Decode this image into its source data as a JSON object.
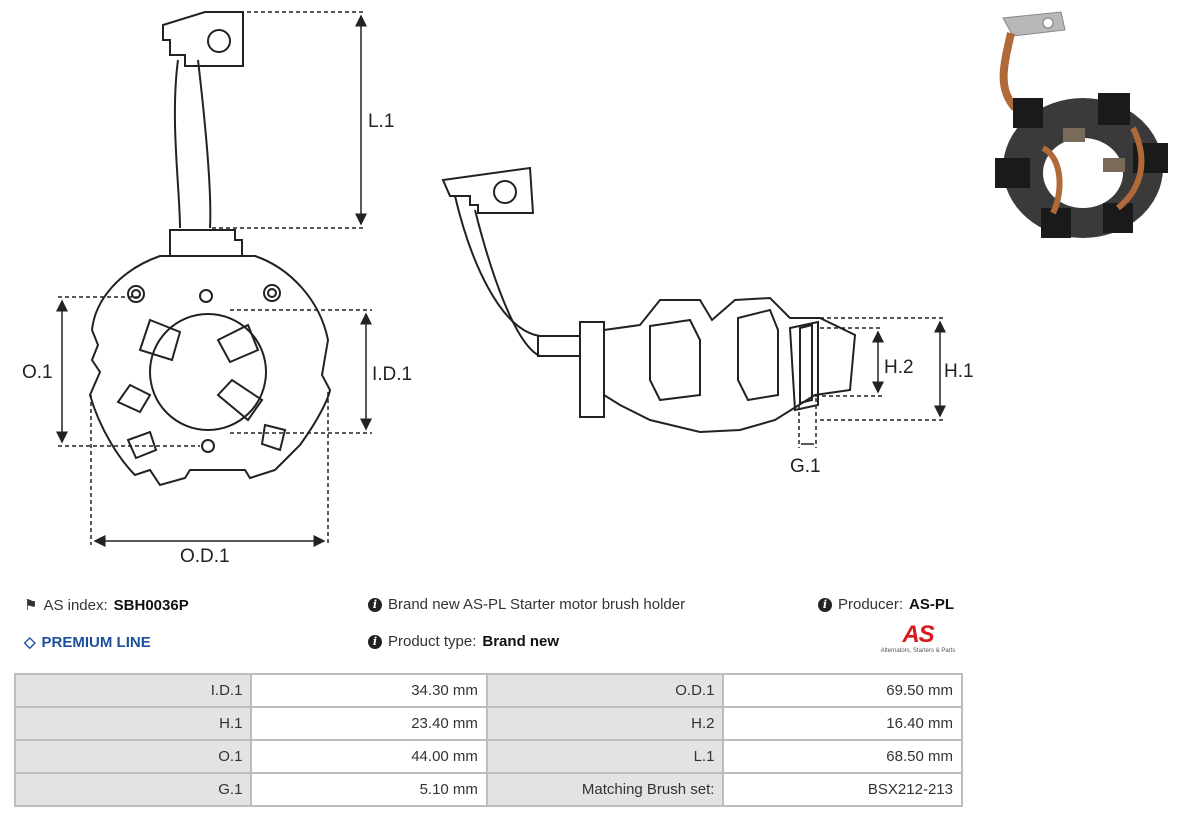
{
  "drawing": {
    "labels": {
      "l1": "L.1",
      "o1": "O.1",
      "id1": "I.D.1",
      "od1": "O.D.1",
      "h1": "H.1",
      "h2": "H.2",
      "g1": "G.1"
    }
  },
  "info": {
    "as_index_label": "AS index:",
    "as_index_value": "SBH0036P",
    "premium": "PREMIUM LINE",
    "description": "Brand new AS-PL Starter motor brush holder",
    "product_type_label": "Product type:",
    "product_type_value": "Brand new",
    "producer_label": "Producer:",
    "producer_value": "AS-PL",
    "logo_text": "AS",
    "logo_tagline": "Alternators, Starters & Parts"
  },
  "specs": {
    "rows": [
      {
        "l1": "I.D.1",
        "v1": "34.30 mm",
        "l2": "O.D.1",
        "v2": "69.50 mm"
      },
      {
        "l1": "H.1",
        "v1": "23.40 mm",
        "l2": "H.2",
        "v2": "16.40 mm"
      },
      {
        "l1": "O.1",
        "v1": "44.00 mm",
        "l2": "L.1",
        "v2": "68.50 mm"
      },
      {
        "l1": "G.1",
        "v1": "5.10 mm",
        "l2": "Matching Brush set:",
        "v2": "BSX212-213"
      }
    ]
  },
  "colors": {
    "premium": "#1e4f9b",
    "logo_red": "#d71920",
    "table_label_bg": "#e3e3e3",
    "table_border": "#bdbdbd"
  }
}
